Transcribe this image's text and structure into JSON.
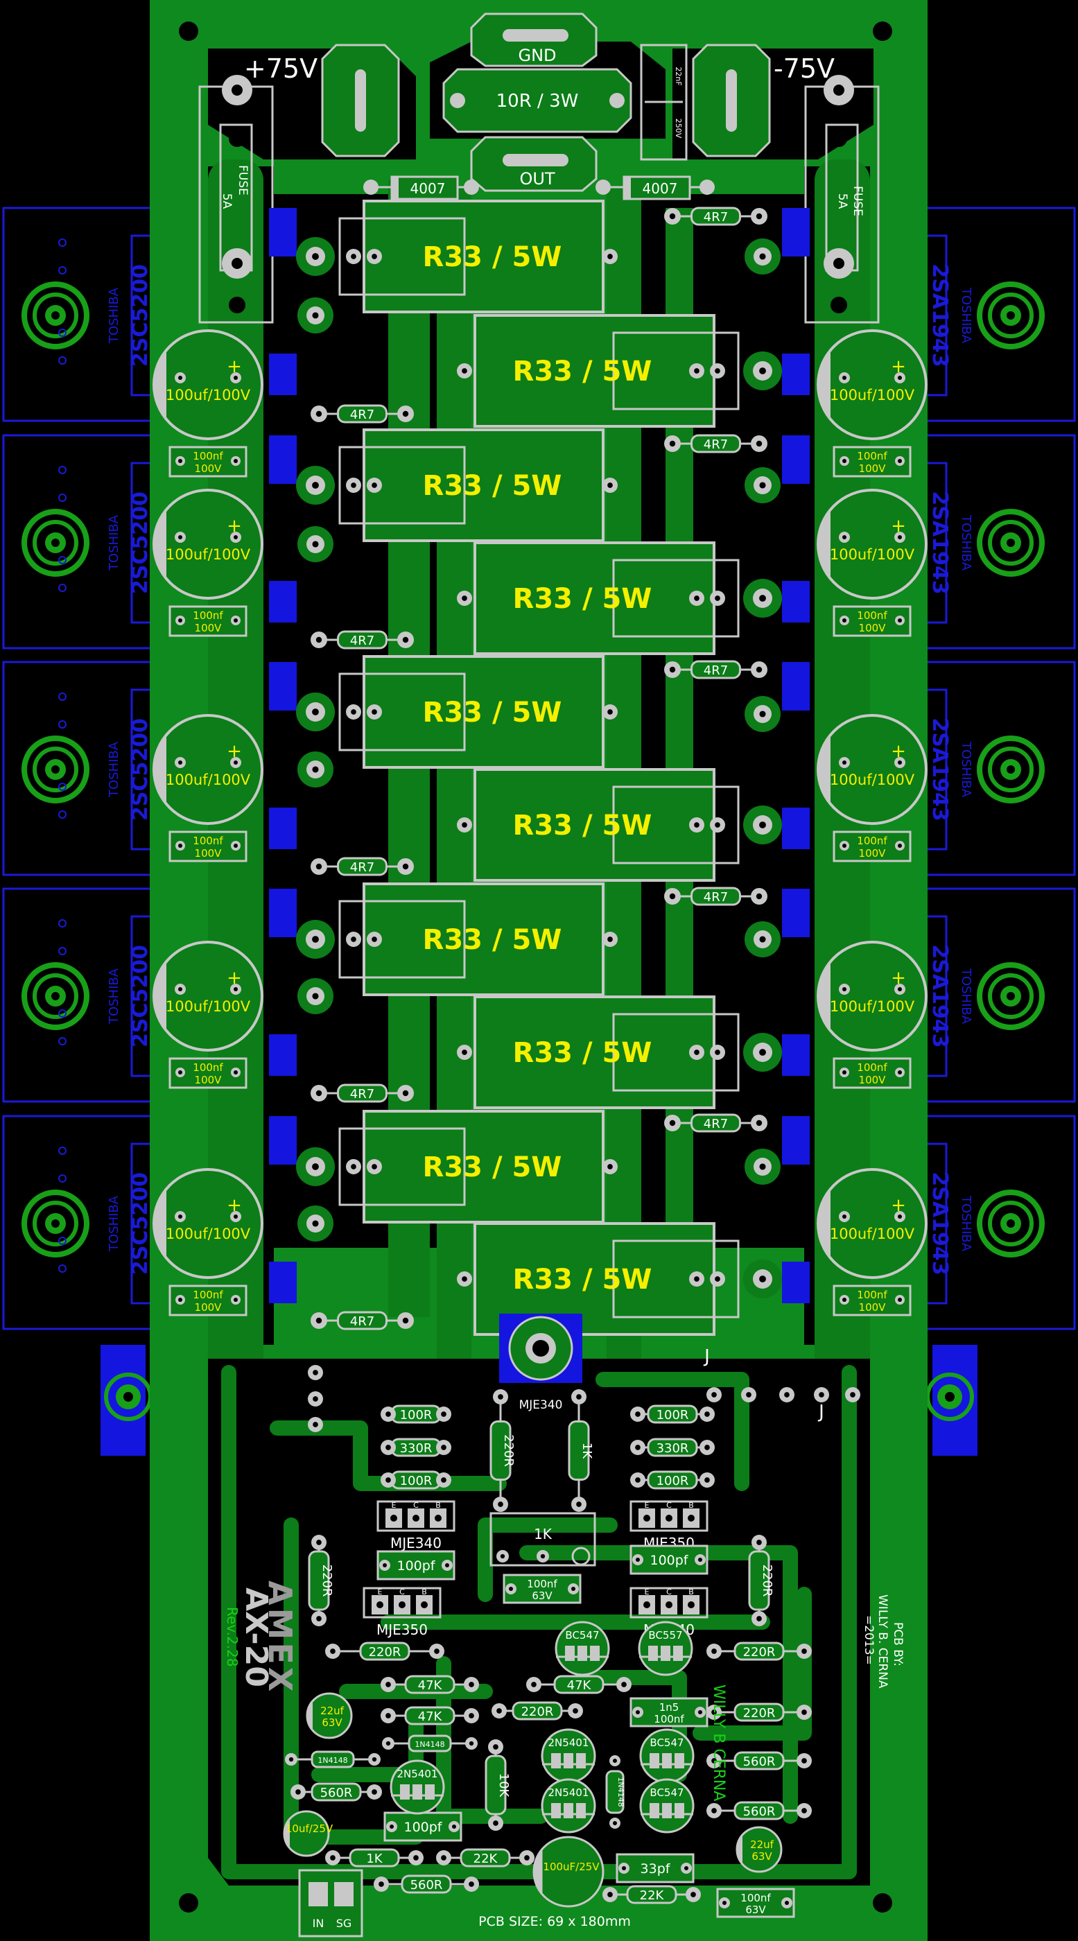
{
  "colors": {
    "background": "#000000",
    "board": "#0f8a1e",
    "copper": "#0c7d18",
    "clearance": "#000000",
    "silk": "#c8c8c8",
    "silk_text": "#ffffff",
    "value_text": "#f5f000",
    "transistor_outline": "#1a1ad8",
    "transistor_text": "#1a1ad8",
    "heatsink_pad": "#1515e0",
    "pad": "#c8c8c8",
    "mounting_hole": "#000000",
    "credit_text": "#18d018",
    "logo": "#9a9a9a"
  },
  "board": {
    "supply_pos": "+75V",
    "supply_neg": "-75V",
    "gnd_label": "GND",
    "out_label": "OUT",
    "series_resistor": "10R / 3W",
    "fuse_label": "FUSE",
    "fuse_rating": "5A",
    "diode_label": "4007",
    "cap_small_a": "22nF",
    "cap_small_b": "250V"
  },
  "output_stage": {
    "emitter_resistor": "R33 / 5W",
    "base_resistor": "4R7",
    "bulk_cap": "100uf/100V",
    "bypass_cap_a": "100nf",
    "bypass_cap_b": "100V",
    "npn_brand": "TOSHIBA",
    "npn_part": "2SC5200",
    "pnp_brand": "TOSHIBA",
    "pnp_part": "2SA1943"
  },
  "driver": {
    "r100": "100R",
    "r330": "330R",
    "r220": "220R",
    "r1k": "1K",
    "r47k": "47K",
    "r22k": "22K",
    "r560": "560R",
    "r10k": "10K",
    "c100p": "100pf",
    "c100n": "100nf",
    "c63": "63V",
    "c22u": "22uf",
    "c1n5": "1n5",
    "c33p": "33pf",
    "c100u25": "100uF/25V",
    "c10u25": "10uf/25V",
    "mje340": "MJE340",
    "mje350": "MJE350",
    "bc547": "BC547",
    "bc557": "BC557",
    "n5401": "2N5401",
    "n4148": "1N4148",
    "ebc": [
      "E",
      "C",
      "B"
    ],
    "pin_e": "E",
    "pin_b": "B",
    "pin_c": "C",
    "j_label": "J",
    "in_label": "IN",
    "sg_label": "SG"
  },
  "credits": {
    "logo": "AMEX",
    "model": "AX-20",
    "revision": "Rev.2.28",
    "pcb_by": "PCB BY:",
    "author": "WILLY B. CERNA",
    "year": "=2013=",
    "mirror_note": "WILLY B CERNA",
    "pcb_size": "PCB SIZE: 69 x 180mm"
  }
}
